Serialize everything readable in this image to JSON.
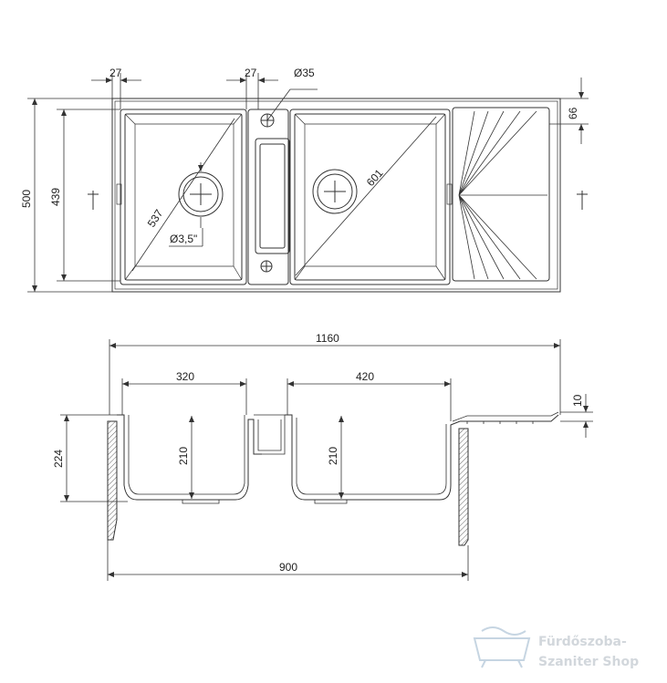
{
  "top_view": {
    "dimensions": {
      "left_wall": "27",
      "mid_wall": "27",
      "tap_hole": "Ø35",
      "overall_depth": "500",
      "bowl_depth": "439",
      "edge_offset": "66",
      "left_bowl_diagonal": "537",
      "right_bowl_diagonal": "601",
      "drain_size": "Ø3,5\""
    }
  },
  "side_view": {
    "dimensions": {
      "overall_width": "1160",
      "left_bowl_width": "320",
      "right_bowl_width": "420",
      "drainer_thickness": "10",
      "overall_height": "224",
      "left_bowl_height": "210",
      "right_bowl_height": "210",
      "cabinet_width": "900"
    }
  },
  "watermark": {
    "line1": "Fürdőszoba-",
    "line2": "Szaniter Shop"
  },
  "colors": {
    "line": "#333333",
    "watermark": "#d2d7dc"
  }
}
